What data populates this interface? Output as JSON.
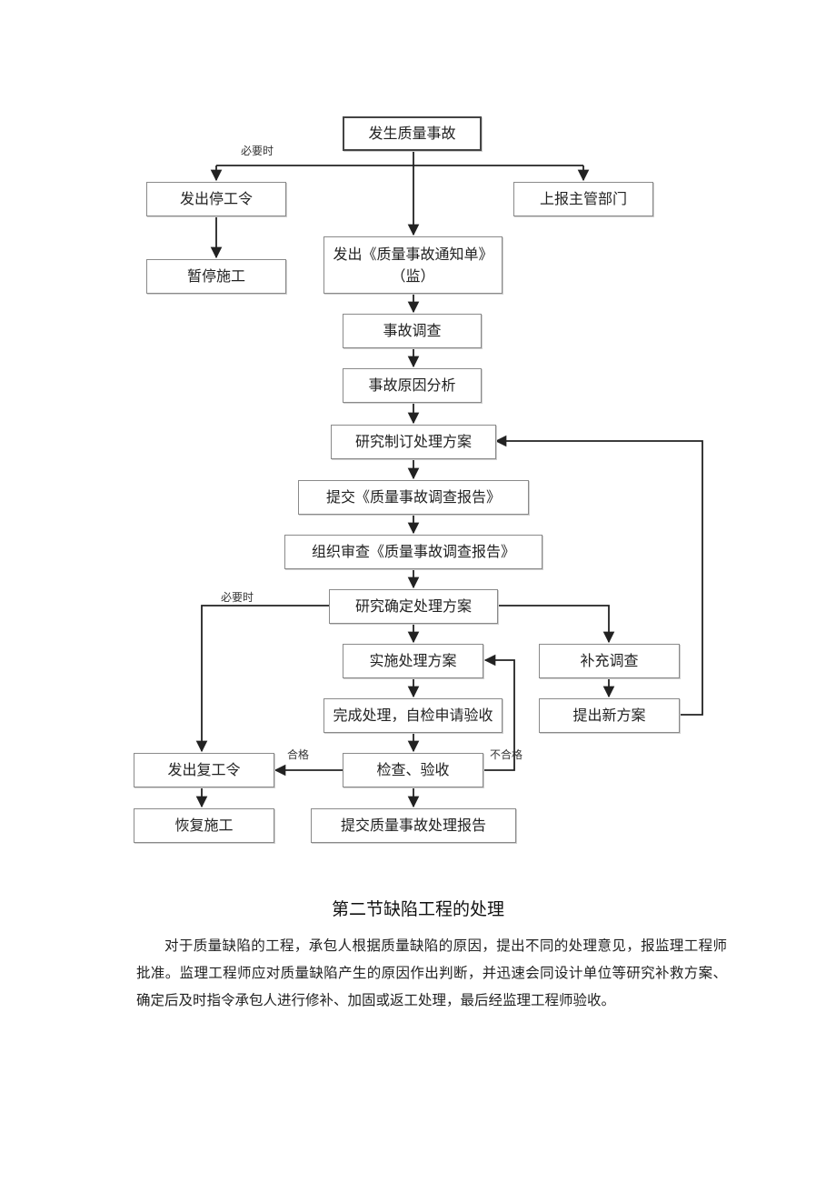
{
  "flowchart": {
    "nodes": {
      "accident": "发生质量事故",
      "stop_order": "发出停工令",
      "report_dept": "上报主管部门",
      "suspend": "暂停施工",
      "notice": "发出《质量事故通知单》\n（监）",
      "investigate": "事故调查",
      "cause_analysis": "事故原因分析",
      "plan_develop": "研究制订处理方案",
      "submit_report": "提交《质量事故调查报告》",
      "review_report": "组织审查《质量事故调查报告》",
      "plan_confirm": "研究确定处理方案",
      "implement": "实施处理方案",
      "supplement": "补充调查",
      "self_check": "完成处理，自检申请验收",
      "new_plan": "提出新方案",
      "resume_order": "发出复工令",
      "inspect": "检查、验收",
      "resume_work": "恢复施工",
      "final_report": "提交质量事故处理报告"
    },
    "edge_labels": {
      "when_needed_1": "必要时",
      "when_needed_2": "必要时",
      "pass": "合格",
      "fail": "不合格"
    }
  },
  "section": {
    "heading": "第二节缺陷工程的处理",
    "paragraph": "对于质量缺陷的工程，承包人根据质量缺陷的原因，提出不同的处理意见，报监理工程师批准。监理工程师应对质量缺陷产生的原因作出判断，并迅速会同设计单位等研究补救方案、确定后及时指令承包人进行修补、加固或返工处理，最后经监理工程师验收。"
  }
}
